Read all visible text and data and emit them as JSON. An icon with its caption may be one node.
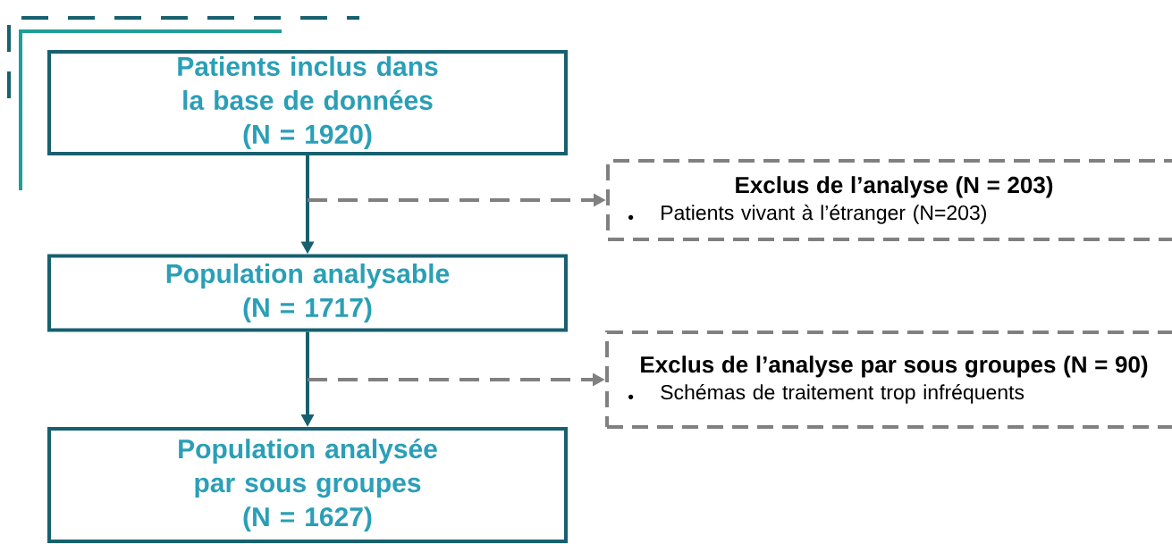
{
  "diagram": {
    "nodes": [
      {
        "text": [
          "Patients inclus dans la base de données",
          "(N = 1920)"
        ]
      },
      {
        "text": [
          "Population analysable",
          "(N = 1717)"
        ]
      },
      {
        "text": [
          "Population analysée par sous groupes",
          "(N = 1627)"
        ]
      },
      {
        "text": [
          "Exclus de l’analyse (N = 203)",
          "Patients vivant à l’étranger (N=203)"
        ]
      },
      {
        "text": [
          "Exclus de l’analyse par sous groupes (N = 90)",
          "Schémas de traitement trop infréquents"
        ]
      }
    ],
    "edges": [
      {
        "from": 0,
        "to": 1,
        "arrow": "to"
      },
      {
        "from": 1,
        "to": 2,
        "arrow": "to"
      },
      {
        "from": 0,
        "to": 3,
        "arrow": "to",
        "style": "dashed",
        "color": "#808080"
      },
      {
        "from": 1,
        "to": 4,
        "arrow": "to",
        "style": "dashed",
        "color": "#808080"
      }
    ]
  }
}
